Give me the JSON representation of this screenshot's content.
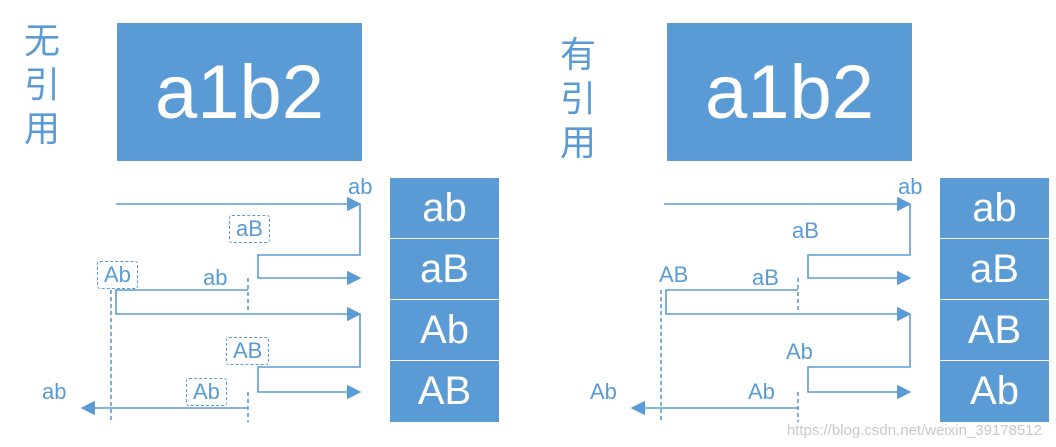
{
  "left": {
    "title_chars": [
      "无",
      "引",
      "用"
    ],
    "input": "a1b2",
    "results": [
      "ab",
      "aB",
      "Ab",
      "AB"
    ],
    "labels": {
      "top_ab": "ab",
      "branch_aB": "aB",
      "branch_Ab": "Ab",
      "mid_ab": "ab",
      "branch_AB": "AB",
      "low_Ab": "Ab",
      "return_ab": "ab"
    }
  },
  "right": {
    "title_chars": [
      "有",
      "引",
      "用"
    ],
    "input": "a1b2",
    "results": [
      "ab",
      "aB",
      "AB",
      "Ab"
    ],
    "labels": {
      "top_ab": "ab",
      "branch_aB": "aB",
      "branch_AB": "AB",
      "mid_aB": "aB",
      "branch_Ab": "Ab",
      "low_Ab": "Ab",
      "return_Ab": "Ab"
    }
  },
  "watermark": "https://blog.csdn.net/weixin_39178512",
  "colors": {
    "accent": "#5b9bd5",
    "box_text": "#ffffff"
  }
}
